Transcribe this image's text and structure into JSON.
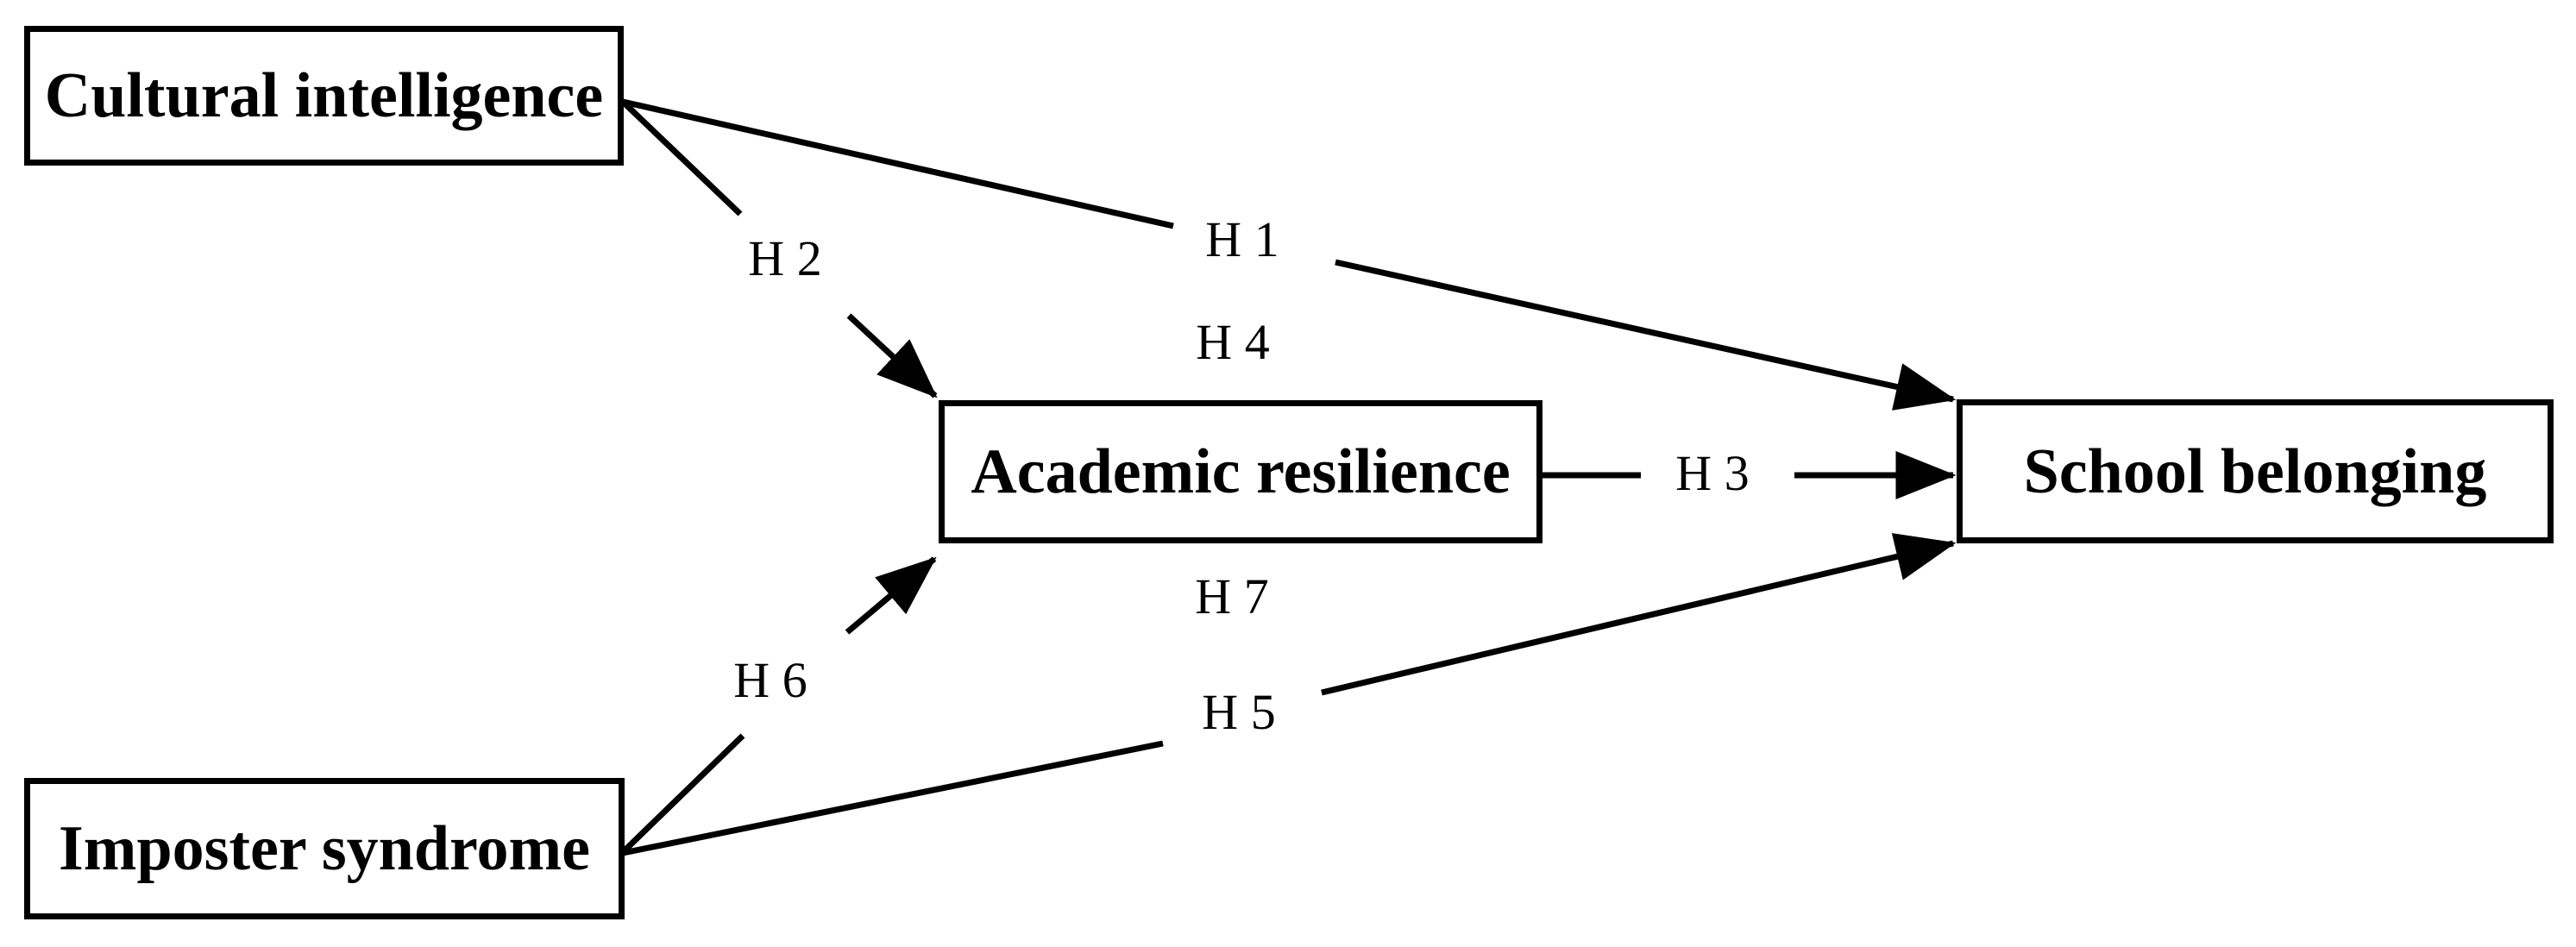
{
  "diagram": {
    "colors": {
      "ink": "#000000",
      "background": "#ffffff"
    },
    "nodes": {
      "cultural_intelligence": {
        "label": "Cultural intelligence"
      },
      "imposter_syndrome": {
        "label": "Imposter syndrome"
      },
      "academic_resilience": {
        "label": "Academic resilience"
      },
      "school_belonging": {
        "label": "School belonging"
      }
    },
    "hypotheses": {
      "h1": {
        "label": "H 1",
        "from": "Cultural intelligence",
        "to": "School belonging"
      },
      "h2": {
        "label": "H 2",
        "from": "Cultural intelligence",
        "to": "Academic resilience"
      },
      "h3": {
        "label": "H 3",
        "from": "Academic resilience",
        "to": "School belonging"
      },
      "h4": {
        "label": "H 4"
      },
      "h5": {
        "label": "H 5",
        "from": "Imposter syndrome",
        "to": "School belonging"
      },
      "h6": {
        "label": "H 6",
        "from": "Imposter syndrome",
        "to": "Academic resilience"
      },
      "h7": {
        "label": "H 7"
      }
    }
  }
}
